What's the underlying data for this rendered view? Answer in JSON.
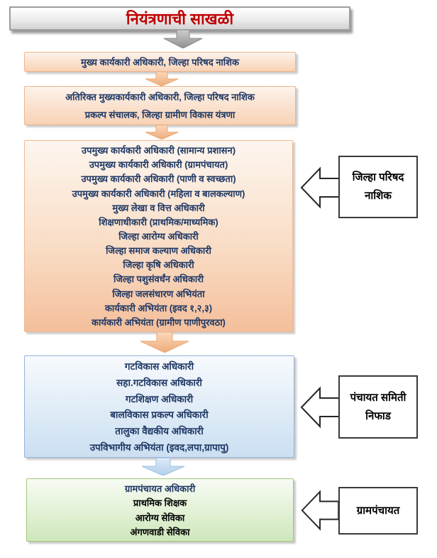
{
  "title": "नियंत्रणाची साखळी",
  "flow": {
    "level1": {
      "lines": [
        "मुख्य कार्यकारी अधिकारी, जिल्हा परिषद नाशिक"
      ]
    },
    "level2": {
      "lines": [
        "अतिरिक्त मुख्यकार्यकारी अधिकारी, जिल्हा परिषद नाशिक",
        "प्रकल्प संचालक, जिल्हा ग्रामीण विकास यंत्रणा"
      ]
    },
    "level3": {
      "lines": [
        "उपमुख्य कार्यकारी अधिकारी (सामान्य प्रशासन)",
        "उपमुख्य कार्यकारी अधिकारी (ग्रामपंचायत)",
        "उपमुख्य कार्यकारी अधिकारी (पाणी व स्वच्छता)",
        "उपमुख्य कार्यकारी अधिकारी (महिला व बालकल्याण)",
        "मुख्य लेखा व वित्त अधिकारी",
        "शिक्षणाधीकारी (प्राथमिक/माध्यमिक)",
        "जिल्हा आरोग्य अधिकारी",
        "जिल्हा समाज कल्याण अधिकारी",
        "जिल्हा कृषि अधिकारी",
        "जिल्हा पशुसंवर्धंन अधिकारी",
        "जिल्हा जलसंधारण अभियंता",
        "कार्यकारी अभियंता (इवद १,२,३)",
        "कार्यकारी अभियंता (ग्रामीण पाणीपुरवठा)"
      ]
    },
    "level4": {
      "lines": [
        "गटविकास अधिकारी",
        "सहा.गटविकास अधिकारी",
        "गटशिक्षण अधिकारी",
        "बालविकास प्रकल्प अधिकारी",
        "तालुका वैद्यकीय अधिकारी",
        "उपविभागीय अभियंता (इवद,लपा,ग्रापापु)"
      ]
    },
    "level5": {
      "lines": [
        "ग्रामपंचायत अधिकारी",
        "प्राथमिक शिक्षक",
        "आरोग्य सेविका",
        "अंगणवाडी सेविका"
      ]
    }
  },
  "callouts": {
    "district": {
      "lines": [
        "जिल्हा परिषद",
        "नाशिक"
      ]
    },
    "block": {
      "lines": [
        "पंचायत समिती",
        "निफाड"
      ]
    },
    "village": {
      "lines": [
        "ग्रामपंचायत"
      ]
    }
  },
  "colors": {
    "title_red": "#c00000",
    "navy_text": "#1f3864",
    "peach_border": "#f2b48a",
    "blue_border": "#95b3d7",
    "green_border": "#9fc97c",
    "callout_border": "#3a3a3a"
  }
}
